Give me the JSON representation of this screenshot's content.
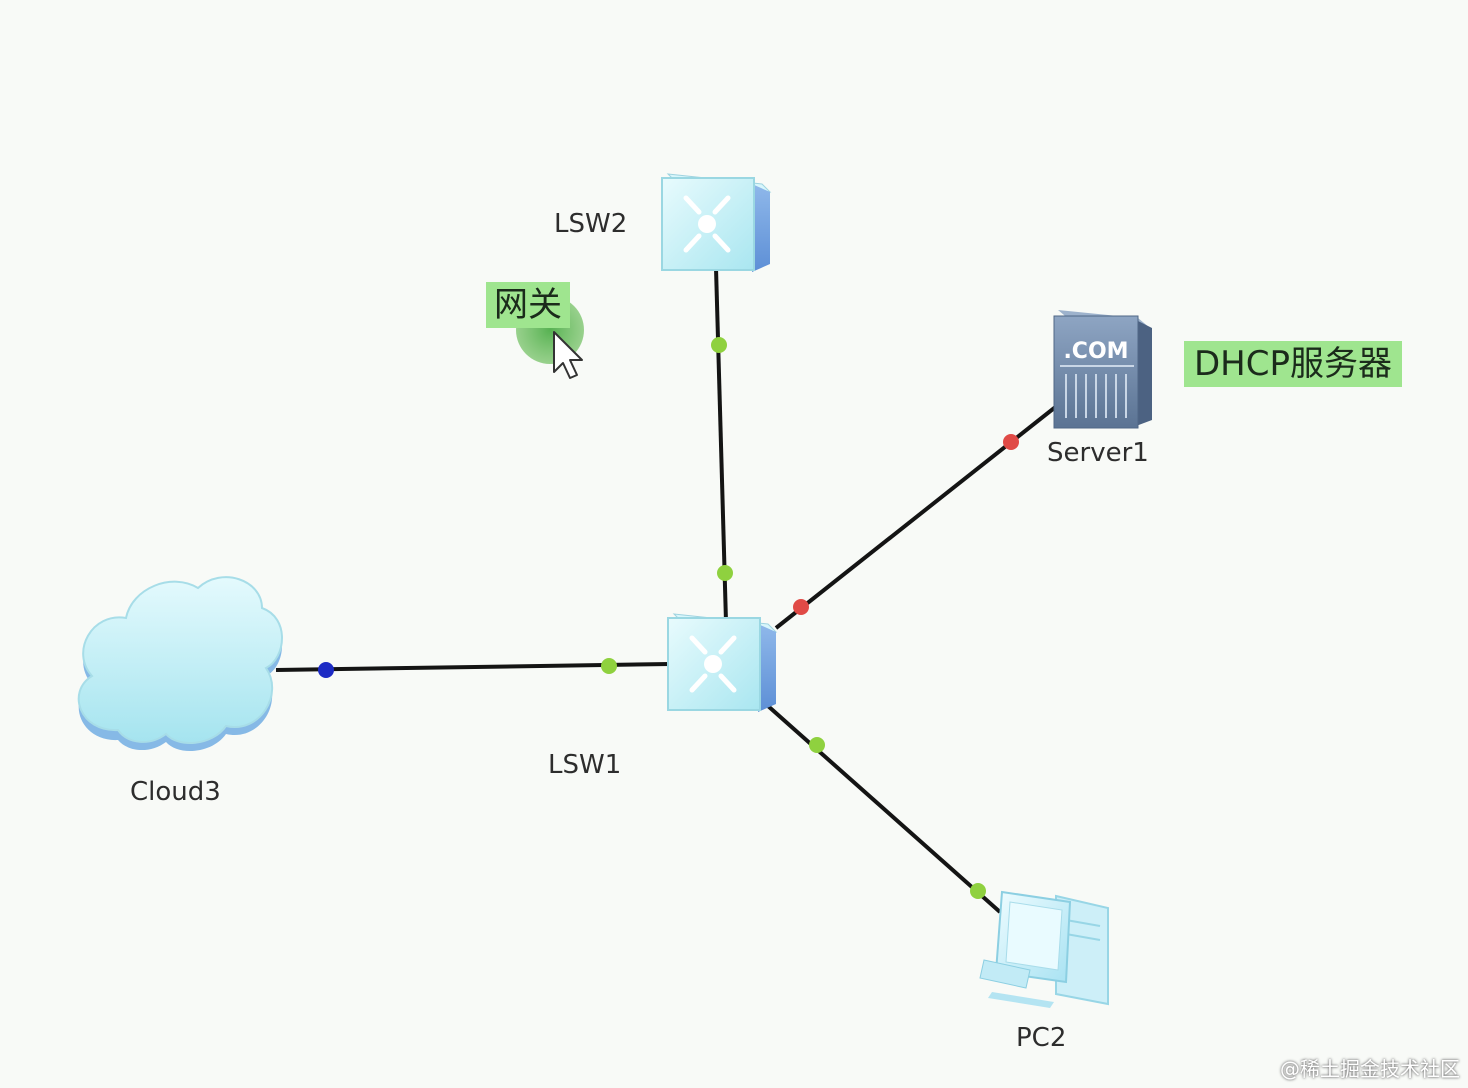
{
  "nodes": {
    "lsw2": "LSW2",
    "lsw1": "LSW1",
    "server1": "Server1",
    "cloud3": "Cloud3",
    "pc2": "PC2"
  },
  "server_badge": ".COM",
  "notes": {
    "gateway": "网关",
    "dhcp_server": "DHCP服务器"
  },
  "watermark": "@稀土掘金技术社区",
  "colors": {
    "link": "#141414",
    "port_up": "#8fd13f",
    "port_down": "#e04a46",
    "port_cloud": "#1d2bc4",
    "note_highlight": "#9fe58f",
    "device_cyan": "#bdeef4",
    "server_slate": "#6a83a5"
  }
}
